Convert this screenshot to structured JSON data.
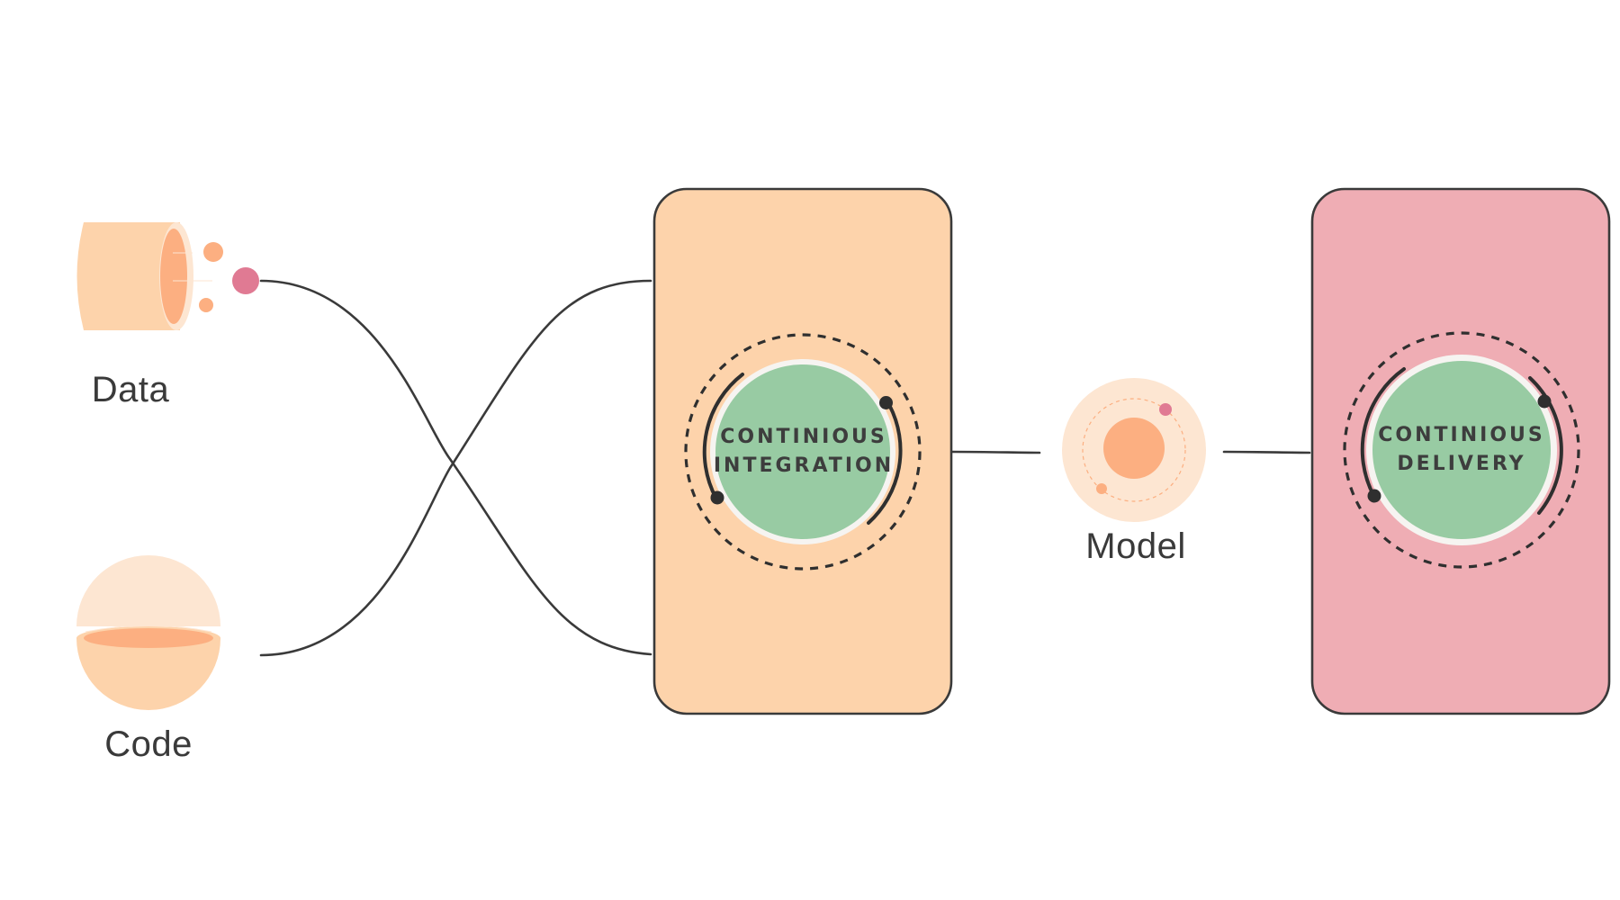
{
  "nodes": {
    "data": {
      "label": "Data"
    },
    "code": {
      "label": "Code"
    },
    "model": {
      "label": "Model"
    },
    "ci": {
      "line1": "CONTINIOUS",
      "line2": "INTEGRATION"
    },
    "cd": {
      "line1": "CONTINIOUS",
      "line2": "DELIVERY"
    }
  },
  "colors": {
    "peach": "#fdd3ab",
    "peach_light": "#fde6d2",
    "orange": "#fcaf81",
    "pink_panel": "#efadb4",
    "pink_dot": "#e07a93",
    "green": "#98cba3",
    "stroke": "#3a3a3a"
  },
  "icons": {
    "data": "cylinder-icon",
    "code": "open-sphere-icon",
    "model": "orbit-icon"
  }
}
